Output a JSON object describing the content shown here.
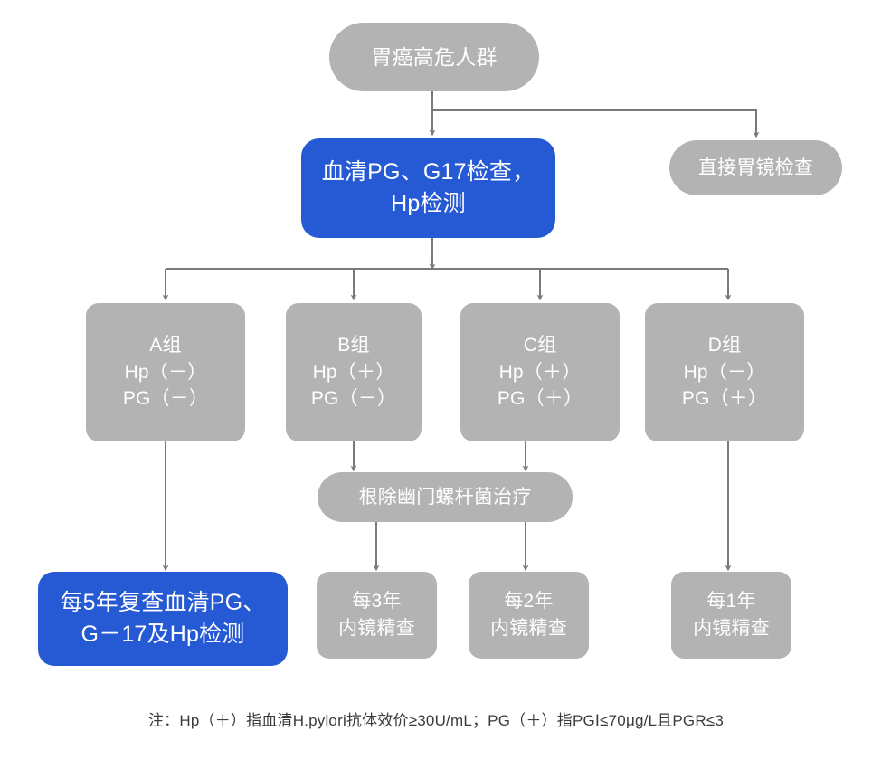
{
  "diagram": {
    "title_text": "",
    "colors": {
      "gray_node": "#b3b3b3",
      "blue_node": "#2659d4",
      "connector": "#7a7a7a",
      "node_text": "#ffffff",
      "footnote_text": "#3b3b3b",
      "background": "#ffffff"
    },
    "nodes": {
      "high_risk": {
        "lines": [
          "胃癌高危人群"
        ],
        "style": "gray-pill"
      },
      "serum_test": {
        "lines": [
          "血清PG、G17检查，",
          "Hp检测"
        ],
        "style": "blue-rounded"
      },
      "direct_endoscopy": {
        "lines": [
          "直接胃镜检查"
        ],
        "style": "gray-pill"
      },
      "group_a": {
        "lines": [
          "A组",
          "Hp（－）",
          "PG（－）"
        ],
        "style": "gray-rounded"
      },
      "group_b": {
        "lines": [
          "B组",
          "Hp（＋）",
          "PG（－）"
        ],
        "style": "gray-rounded"
      },
      "group_c": {
        "lines": [
          "C组",
          "Hp（＋）",
          "PG（＋）"
        ],
        "style": "gray-rounded"
      },
      "group_d": {
        "lines": [
          "D组",
          "Hp（－）",
          "PG（＋）"
        ],
        "style": "gray-rounded"
      },
      "eradication": {
        "lines": [
          "根除幽门螺杆菌治疗"
        ],
        "style": "gray-pill"
      },
      "follow_5y": {
        "lines": [
          "每5年复查血清PG、",
          "G－17及Hp检测"
        ],
        "style": "blue-rounded"
      },
      "endo_3y": {
        "lines": [
          "每3年",
          "内镜精查"
        ],
        "style": "gray-rounded"
      },
      "endo_2y": {
        "lines": [
          "每2年",
          "内镜精查"
        ],
        "style": "gray-rounded"
      },
      "endo_1y": {
        "lines": [
          "每1年",
          "内镜精查"
        ],
        "style": "gray-rounded"
      }
    },
    "footnote": "注：Hp（＋）指血清H.pylori抗体效价≥30U/mL；PG（＋）指PGⅠ≤70μg/L且PGR≤3"
  }
}
